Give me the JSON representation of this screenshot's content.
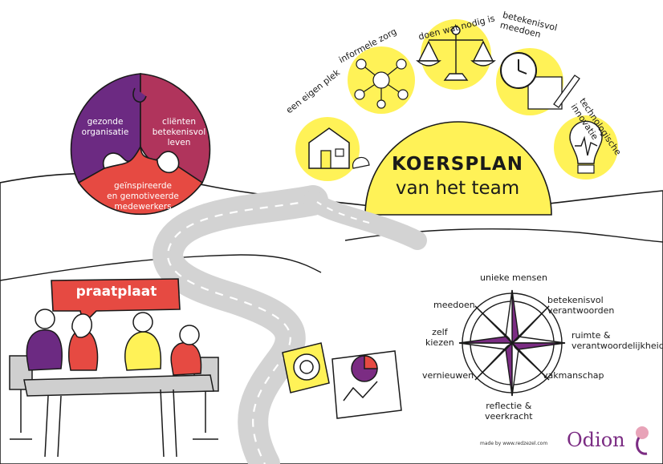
{
  "puzzle": {
    "segments": [
      {
        "label": "gezonde\norganisatie",
        "color": "#6c2a82"
      },
      {
        "label": "cliënten\nbetekenisvol\nleven",
        "color": "#b0345c"
      },
      {
        "label": "geïnspireerde\nen gemotiveerde\nmedewerkers",
        "color": "#e64a42"
      }
    ]
  },
  "sun": {
    "title_line1": "KOERSPLAN",
    "title_line2": "van het team",
    "color": "#fff257"
  },
  "themes": [
    {
      "label": "een eigen plek",
      "icon": "house-icon"
    },
    {
      "label": "informele zorg",
      "icon": "network-icon"
    },
    {
      "label": "doen wat nodig is",
      "icon": "scale-icon"
    },
    {
      "label": "betekenisvol\nmeedoen",
      "icon": "clock-icon"
    },
    {
      "label": "technologische\ninnovatie",
      "icon": "lightbulb-icon"
    }
  ],
  "banner": {
    "label": "praatplaat",
    "color": "#e64a42"
  },
  "compass": {
    "labels": {
      "north": "unieke mensen",
      "north_east": "betekenisvol\nverantwoorden",
      "east": "ruimte &\nverantwoordelijkheid",
      "south_east": "vakmanschap",
      "south": "reflectie &\nveerkracht",
      "south_west": "vernieuwen",
      "west": "zelf\nkiezen",
      "north_west": "meedoen"
    },
    "color": "#7b2c83"
  },
  "footer": {
    "credit": "made by www.redzezel.com",
    "brand": "Odion"
  },
  "colors": {
    "purple": "#6c2a82",
    "magenta": "#b0345c",
    "red": "#e64a42",
    "yellow": "#fff257",
    "road": "#cfcfcf"
  }
}
